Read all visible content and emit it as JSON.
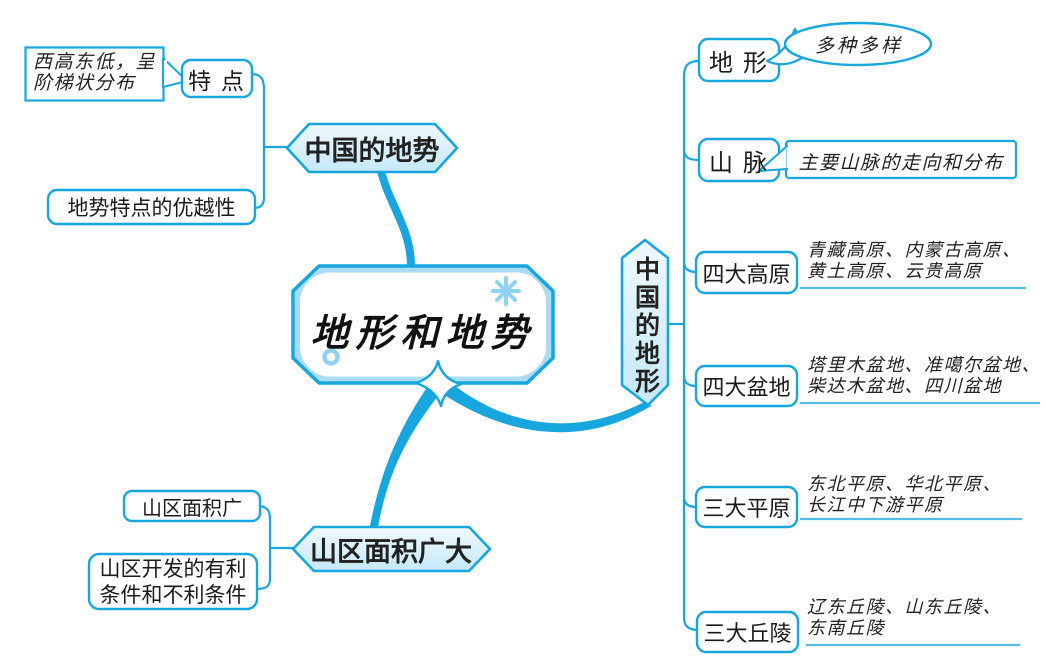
{
  "colors": {
    "line": "#17a6de",
    "underline": "#55bce9",
    "accent_light_blue": "#8fd3f0",
    "corner_fill": "#abdcf5",
    "hex_fill_top": "#f0f9fe",
    "hex_fill_bottom": "#c5e8f8",
    "text": "#1b1b1b"
  },
  "center": {
    "label": "地形和地势",
    "decorations": [
      "snowflake-icon",
      "ring-icon",
      "sparkle-star-icon"
    ]
  },
  "branches": {
    "terrain": {
      "node": "中国的地势",
      "children": [
        {
          "label": "特 点",
          "callout_line1": "西高东低，呈",
          "callout_line2": "阶梯状分布"
        },
        {
          "label": "地势特点的优越性"
        }
      ]
    },
    "mountain_area": {
      "node": "山区面积广大",
      "children": [
        {
          "label": "山区面积广"
        },
        {
          "label_line1": "山区开发的有利",
          "label_line2": "条件和不利条件"
        }
      ]
    },
    "landform": {
      "node": "中国的地形",
      "children": [
        {
          "label": "地 形",
          "bubble": "多种多样"
        },
        {
          "label": "山 脉",
          "callout": "主要山脉的走向和分布"
        },
        {
          "label": "四大高原",
          "note_line1": "青藏高原、内蒙古高原、",
          "note_line2": "黄土高原、云贵高原"
        },
        {
          "label": "四大盆地",
          "note_line1": "塔里木盆地、准噶尔盆地、",
          "note_line2": "柴达木盆地、四川盆地"
        },
        {
          "label": "三大平原",
          "note_line1": "东北平原、华北平原、",
          "note_line2": "长江中下游平原"
        },
        {
          "label": "三大丘陵",
          "note_line1": "辽东丘陵、山东丘陵、",
          "note_line2": "东南丘陵"
        }
      ]
    }
  }
}
